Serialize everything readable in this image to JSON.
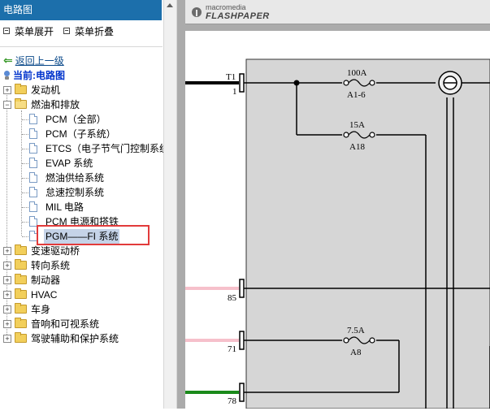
{
  "panel": {
    "title": "电路图"
  },
  "actions": {
    "expand": "菜单展开",
    "collapse": "菜单折叠"
  },
  "nav": {
    "back": "返回上一级",
    "current": "当前:电路图"
  },
  "tree": {
    "folders_top": [
      {
        "label": "发动机",
        "state": "collapsed"
      },
      {
        "label": "燃油和排放",
        "state": "expanded"
      }
    ],
    "fuel_children": [
      "PCM（全部）",
      "PCM（子系统）",
      "ETCS（电子节气门控制系统",
      "EVAP 系统",
      "燃油供给系统",
      "怠速控制系统",
      "MIL 电路",
      "PCM 电源和搭铁",
      "PGM——FI 系统"
    ],
    "selected_child": "PGM——FI 系统",
    "folders_bottom": [
      "变速驱动桥",
      "转向系统",
      "制动器",
      "HVAC",
      "车身",
      "音响和可视系统",
      "驾驶辅助和保护系统"
    ]
  },
  "viewer": {
    "brand": "macromedia",
    "product": "FLASHPAPER"
  },
  "diagram": {
    "terminal_t1": "T1",
    "terminal_1": "1",
    "fuse_main_rating": "100A",
    "fuse_main_id": "A1-6",
    "fuse_2_rating": "15A",
    "fuse_2_id": "A18",
    "fuse_3_rating": "7.5A",
    "fuse_3_id": "A8",
    "pin_85": "85",
    "pin_71": "71",
    "pin_78": "78"
  },
  "colors": {
    "title_bar": "#1c6fab",
    "highlight_box": "#e23b3b",
    "wire_pink": "#f6c0cb",
    "wire_green": "#1a8a1a",
    "wire_black": "#000000"
  }
}
